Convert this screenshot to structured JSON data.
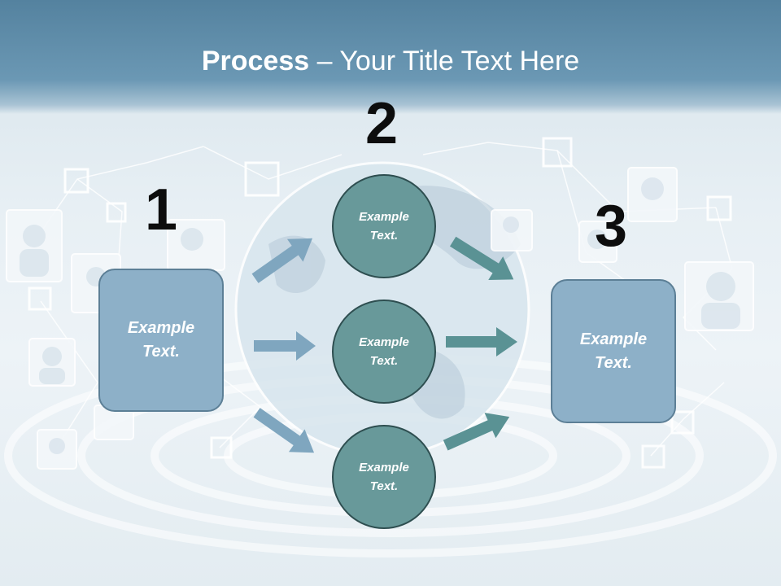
{
  "title": {
    "bold": "Process",
    "rest": " – Your Title Text Here"
  },
  "steps": {
    "one": {
      "number": "1",
      "text_line1": "Example",
      "text_line2": "Text."
    },
    "two": {
      "number": "2"
    },
    "three": {
      "number": "3",
      "text_line1": "Example",
      "text_line2": "Text."
    }
  },
  "circles": [
    {
      "line1": "Example",
      "line2": "Text."
    },
    {
      "line1": "Example",
      "line2": "Text."
    },
    {
      "line1": "Example",
      "line2": "Text."
    }
  ],
  "colors": {
    "header": "#54829f",
    "box_fill": "#8db0c8",
    "circle_fill": "#68999a",
    "arrow_left": "#7fa6bf",
    "arrow_right": "#5a9294"
  }
}
